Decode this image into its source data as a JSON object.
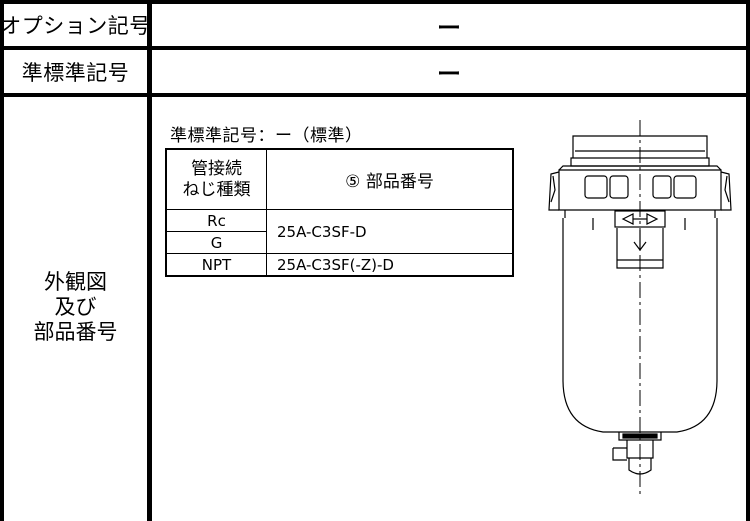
{
  "rows": {
    "option": {
      "label": "オプション記号",
      "value": "ー"
    },
    "standard": {
      "label": "準標準記号",
      "value": "ー"
    },
    "appearance": {
      "label_line1": "外観図",
      "label_line2": "及び",
      "label_line3": "部品番号"
    }
  },
  "standard_title": "準標準記号：ー（標準）",
  "parts_table": {
    "header_left_line1": "管接続",
    "header_left_line2": "ねじ種類",
    "header_right": "⑤ 部品番号",
    "rows": [
      {
        "thread": "Rc",
        "part": "25A-C3SF-D"
      },
      {
        "thread": "G",
        "part": ""
      },
      {
        "thread": "NPT",
        "part": "25A-C3SF(-Z)-D"
      }
    ]
  }
}
